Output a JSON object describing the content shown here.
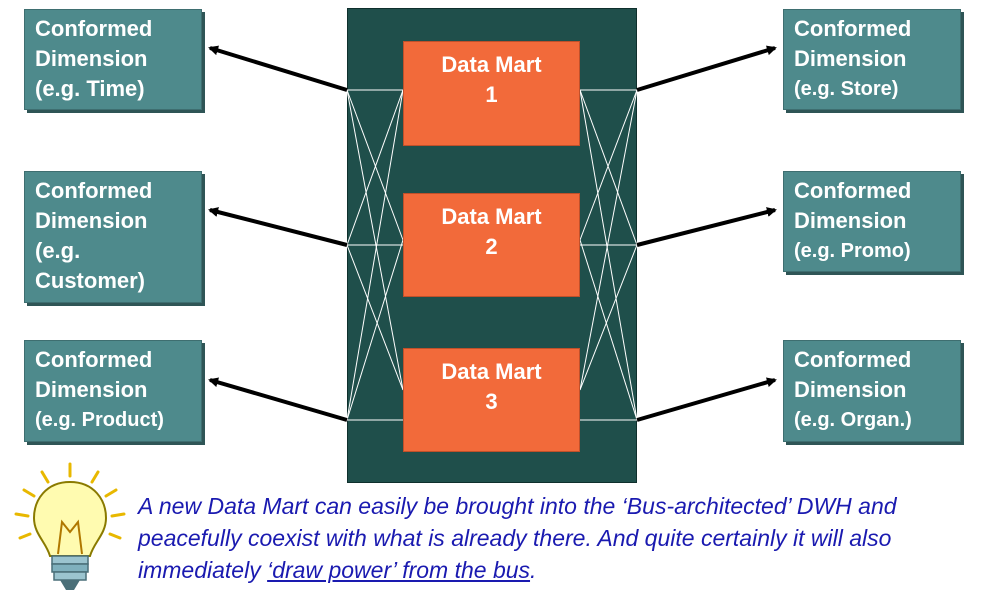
{
  "left_dimensions": [
    {
      "line1": "Conformed",
      "line2": "Dimension",
      "line3": "(e.g. Time)",
      "line4": ""
    },
    {
      "line1": "Conformed",
      "line2": "Dimension",
      "line3": "(e.g.",
      "line4": "Customer)"
    },
    {
      "line1": "Conformed",
      "line2": "Dimension",
      "line3": "(e.g. Product)",
      "line4": ""
    }
  ],
  "right_dimensions": [
    {
      "line1": "Conformed",
      "line2": "Dimension",
      "line3": "(e.g. Store)"
    },
    {
      "line1": "Conformed",
      "line2": "Dimension",
      "line3": "(e.g. Promo)"
    },
    {
      "line1": "Conformed",
      "line2": "Dimension",
      "line3": "(e.g. Organ.)"
    }
  ],
  "data_marts": [
    {
      "line1": "Data Mart",
      "line2": "1"
    },
    {
      "line1": "Data Mart",
      "line2": "2"
    },
    {
      "line1": "Data Mart",
      "line2": "3"
    }
  ],
  "note": {
    "part1": "A new Data Mart can easily be brought into the ‘Bus-architected’ DWH and peacefully coexist with what is already there. And quite certainly it will also immediately ",
    "link": "‘draw power’ from the bus",
    "part2": "."
  },
  "icons": [
    "lightbulb-icon"
  ]
}
